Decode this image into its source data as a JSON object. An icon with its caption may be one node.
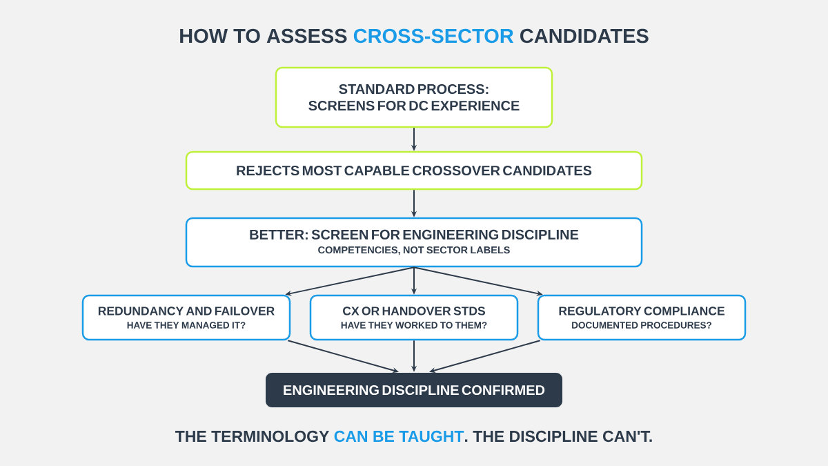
{
  "diagram": {
    "title": "HOW TO ASSESS **CROSS-SECTOR** CANDIDATES",
    "nodes": [
      {
        "text": [
          "STANDARD PROCESS: SCREENS FOR DC EXPERIENCE"
        ]
      },
      {
        "text": [
          "REJECTS MOST CAPABLE CROSSOVER CANDIDATES"
        ]
      },
      {
        "text": [
          "BETTER: SCREEN FOR ENGINEERING DISCIPLINE",
          "COMPETENCIES, NOT SECTOR LABELS"
        ]
      },
      {
        "text": [
          "REDUNDANCY AND FAILOVER",
          "HAVE THEY MANAGED IT?"
        ]
      },
      {
        "text": [
          "CX OR HANDOVER STDS",
          "HAVE THEY WORKED TO THEM?"
        ]
      },
      {
        "text": [
          "REGULATORY COMPLIANCE",
          "DOCUMENTED PROCEDURES?"
        ]
      },
      {
        "text": [
          "ENGINEERING DISCIPLINE CONFIRMED"
        ]
      }
    ],
    "edges": [
      {
        "from": 0,
        "to": 1,
        "arrow": "to"
      },
      {
        "from": 1,
        "to": 2,
        "arrow": "to"
      },
      {
        "from": 2,
        "to": 3,
        "arrow": "to"
      },
      {
        "from": 2,
        "to": 4,
        "arrow": "to"
      },
      {
        "from": 2,
        "to": 5,
        "arrow": "to"
      },
      {
        "from": 3,
        "to": 6,
        "arrow": "to"
      },
      {
        "from": 4,
        "to": 6,
        "arrow": "to"
      },
      {
        "from": 5,
        "to": 6,
        "arrow": "to"
      }
    ],
    "labels": [
      "THE TERMINOLOGY **CAN BE TAUGHT**. THE DISCIPLINE CAN'T."
    ]
  }
}
